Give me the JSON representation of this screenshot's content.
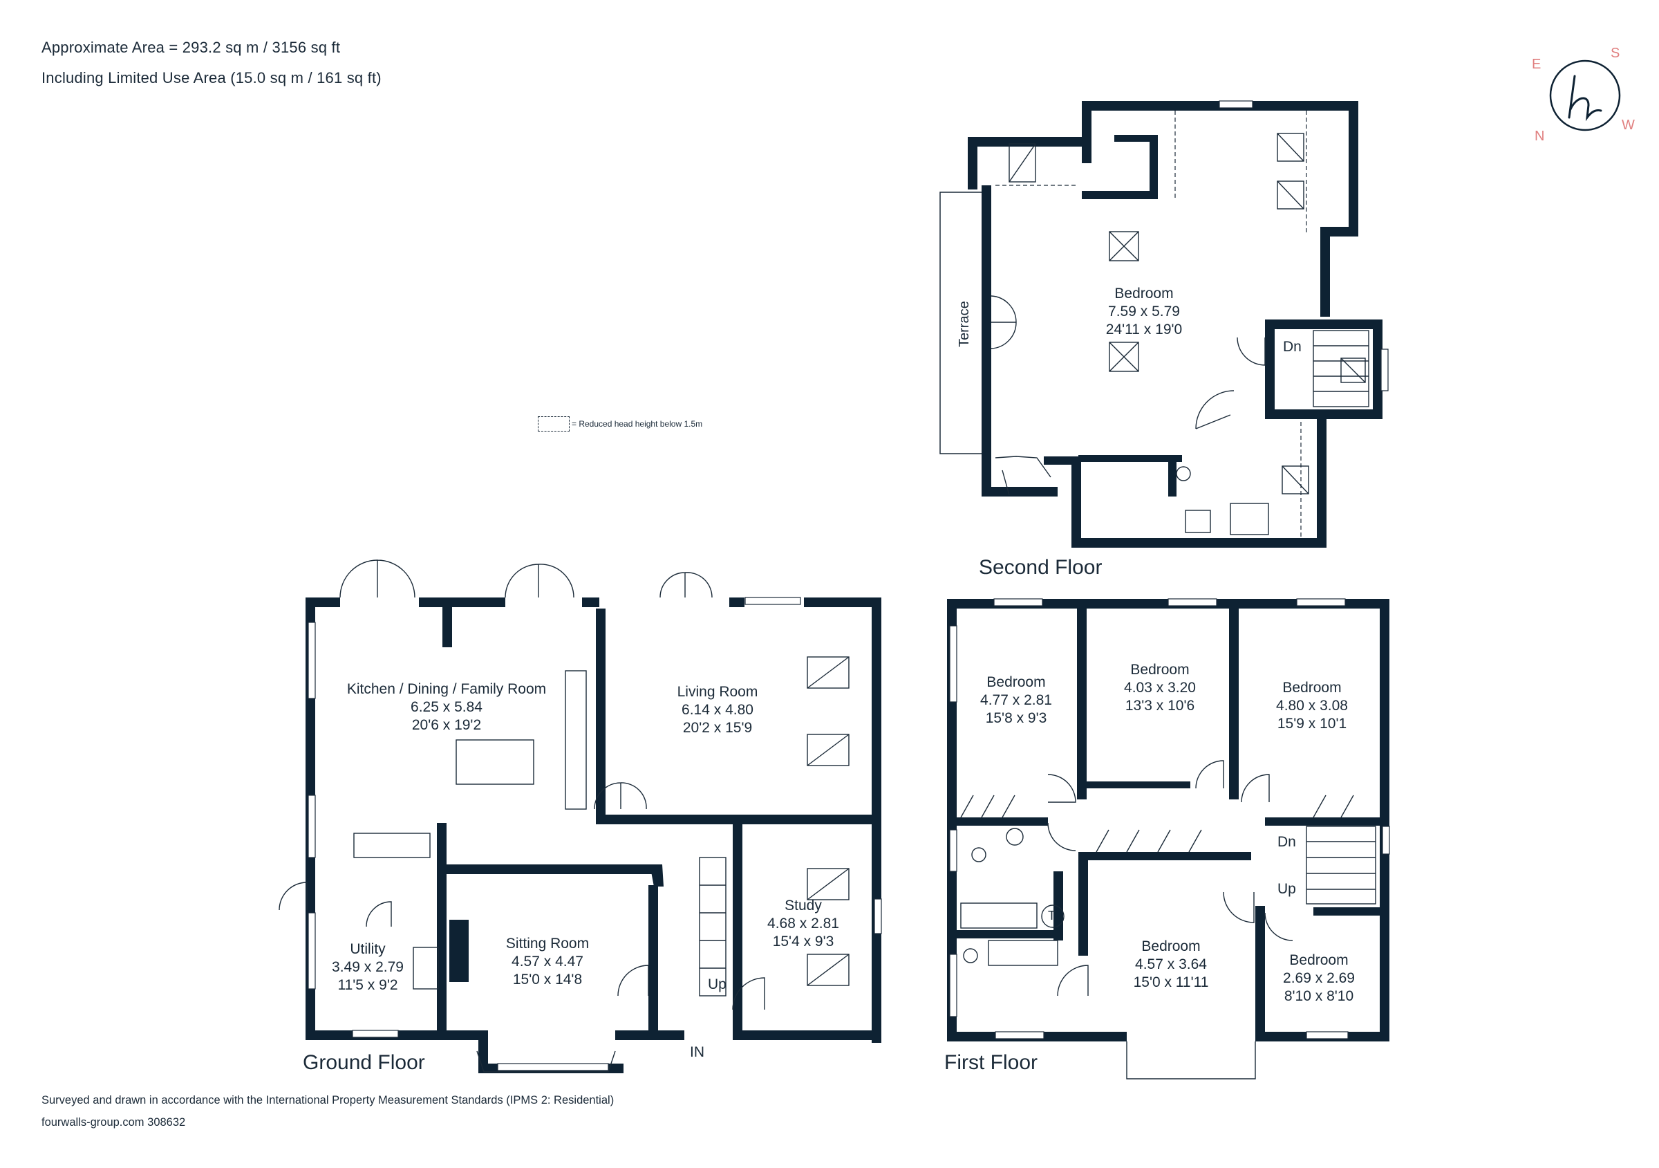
{
  "header": {
    "area_line": "Approximate Area = 293.2 sq m / 3156 sq ft",
    "limited_line": "Including Limited Use Area (15.0 sq m / 161 sq ft)"
  },
  "legend": {
    "text": "= Reduced head height below 1.5m"
  },
  "compass": {
    "e": "E",
    "s": "S",
    "n": "N",
    "w": "W",
    "accent": "#e07f7f"
  },
  "floors": {
    "second": {
      "title": "Second Floor",
      "terrace": "Terrace",
      "stair": "Dn",
      "rooms": [
        {
          "name": "Bedroom",
          "metric": "7.59 x 5.79",
          "imperial": "24'11 x 19'0"
        }
      ]
    },
    "ground": {
      "title": "Ground Floor",
      "up": "Up",
      "entrance": "IN",
      "rooms": [
        {
          "name": "Kitchen / Dining / Family Room",
          "metric": "6.25 x 5.84",
          "imperial": "20'6 x 19'2"
        },
        {
          "name": "Living Room",
          "metric": "6.14 x 4.80",
          "imperial": "20'2 x 15'9"
        },
        {
          "name": "Study",
          "metric": "4.68 x 2.81",
          "imperial": "15'4 x 9'3"
        },
        {
          "name": "Sitting Room",
          "metric": "4.57 x 4.47",
          "imperial": "15'0 x 14'8"
        },
        {
          "name": "Utility",
          "metric": "3.49 x 2.79",
          "imperial": "11'5 x 9'2"
        }
      ]
    },
    "first": {
      "title": "First Floor",
      "down": "Dn",
      "up": "Up",
      "tank": "T",
      "rooms": [
        {
          "name": "Bedroom",
          "metric": "4.77 x 2.81",
          "imperial": "15'8 x 9'3"
        },
        {
          "name": "Bedroom",
          "metric": "4.03 x 3.20",
          "imperial": "13'3 x 10'6"
        },
        {
          "name": "Bedroom",
          "metric": "4.80 x 3.08",
          "imperial": "15'9 x 10'1"
        },
        {
          "name": "Bedroom",
          "metric": "4.57 x 3.64",
          "imperial": "15'0 x 11'11"
        },
        {
          "name": "Bedroom",
          "metric": "2.69 x 2.69",
          "imperial": "8'10 x 8'10"
        }
      ]
    }
  },
  "footer": {
    "survey": "Surveyed and drawn in accordance with the International Property Measurement Standards (IPMS 2: Residential)",
    "ref": "fourwalls-group.com 308632"
  }
}
